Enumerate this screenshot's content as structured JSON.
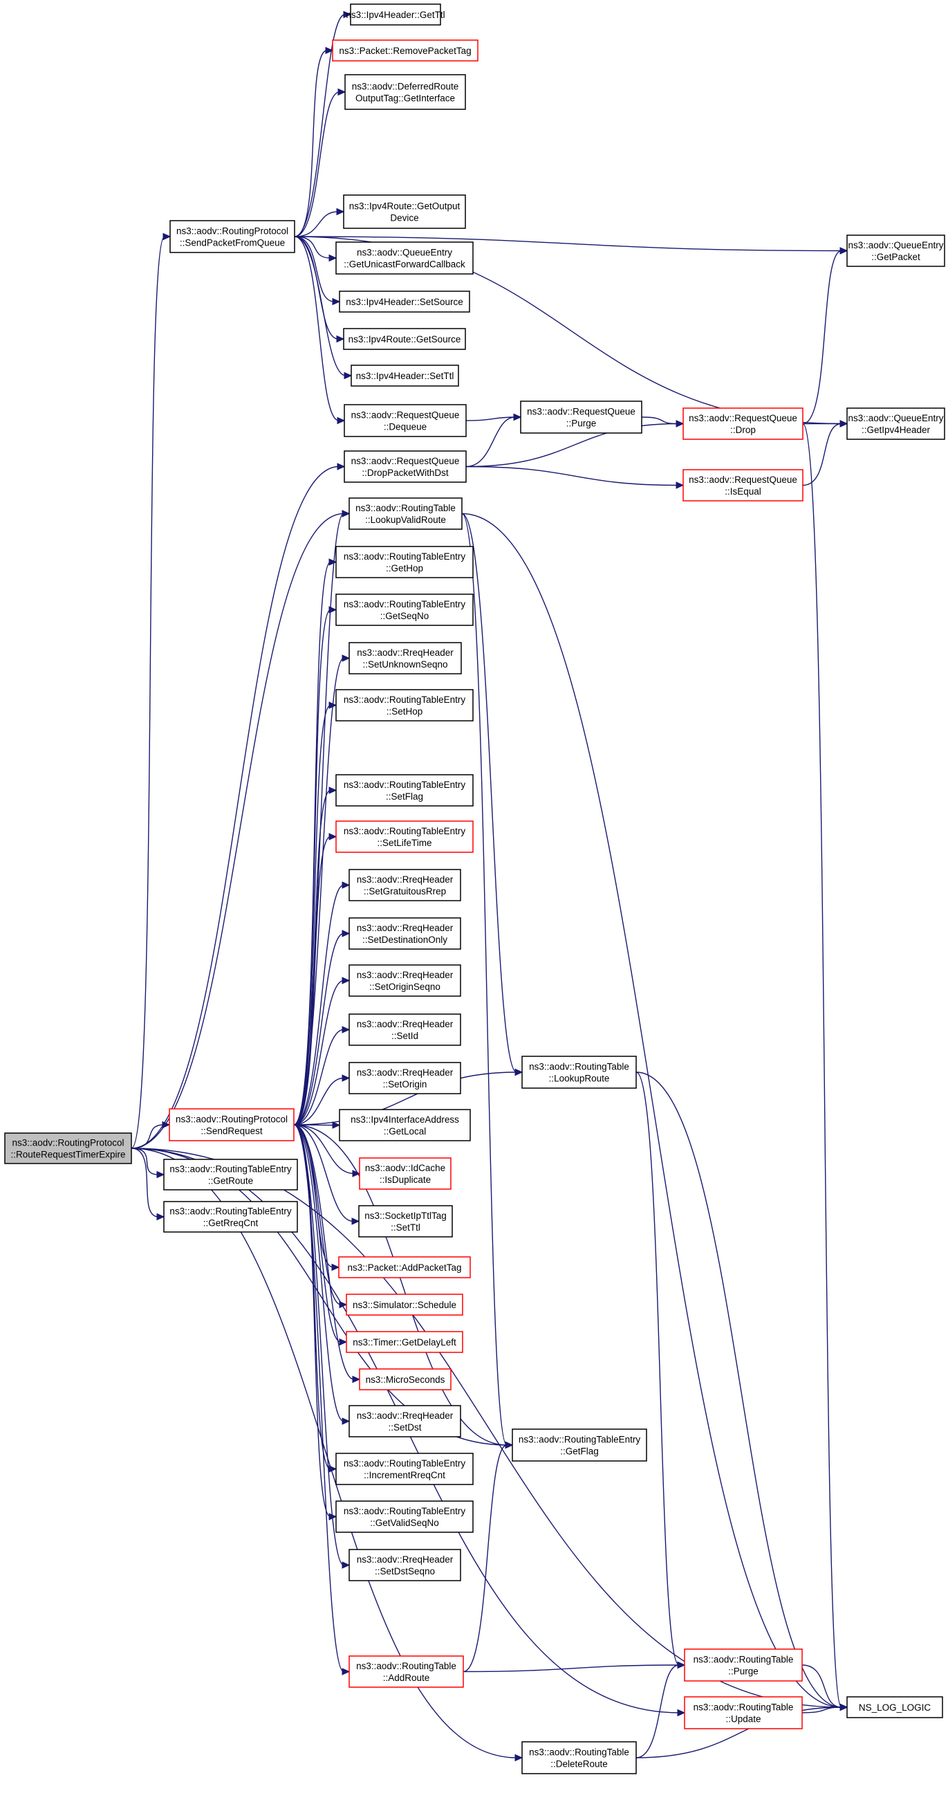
{
  "graph": {
    "colors": {
      "edge": "#191970",
      "node_border": "#000000",
      "node_border_highlight": "#ff0000",
      "root_fill": "#bfbfbf"
    },
    "nodes": [
      {
        "id": "root",
        "lines": [
          "ns3::aodv::RoutingProtocol",
          "::RouteRequestTimerExpire"
        ],
        "style": "root"
      },
      {
        "id": "sendPacketFromQueue",
        "lines": [
          "ns3::aodv::RoutingProtocol",
          "::SendPacketFromQueue"
        ],
        "style": "normal"
      },
      {
        "id": "dropPacketWithDst",
        "lines": [
          "ns3::aodv::RequestQueue",
          "::DropPacketWithDst"
        ],
        "style": "normal"
      },
      {
        "id": "sendRequest",
        "lines": [
          "ns3::aodv::RoutingProtocol",
          "::SendRequest"
        ],
        "style": "red"
      },
      {
        "id": "rteGetRoute",
        "lines": [
          "ns3::aodv::RoutingTableEntry",
          "::GetRoute"
        ],
        "style": "normal"
      },
      {
        "id": "rteGetRreqCnt",
        "lines": [
          "ns3::aodv::RoutingTableEntry",
          "::GetRreqCnt"
        ],
        "style": "normal"
      },
      {
        "id": "ipv4GetTtl",
        "lines": [
          "ns3::Ipv4Header::GetTtl"
        ],
        "style": "normal"
      },
      {
        "id": "removePacketTag",
        "lines": [
          "ns3::Packet::RemovePacketTag"
        ],
        "style": "red"
      },
      {
        "id": "deferredRoute",
        "lines": [
          "ns3::aodv::DeferredRoute",
          "OutputTag::GetInterface"
        ],
        "style": "normal"
      },
      {
        "id": "getOutputDevice",
        "lines": [
          "ns3::Ipv4Route::GetOutput",
          "Device"
        ],
        "style": "normal"
      },
      {
        "id": "getUnicastCb",
        "lines": [
          "ns3::aodv::QueueEntry",
          "::GetUnicastForwardCallback"
        ],
        "style": "normal"
      },
      {
        "id": "ipv4SetSource",
        "lines": [
          "ns3::Ipv4Header::SetSource"
        ],
        "style": "normal"
      },
      {
        "id": "routeGetSource",
        "lines": [
          "ns3::Ipv4Route::GetSource"
        ],
        "style": "normal"
      },
      {
        "id": "ipv4SetTtl",
        "lines": [
          "ns3::Ipv4Header::SetTtl"
        ],
        "style": "normal"
      },
      {
        "id": "rqDequeue",
        "lines": [
          "ns3::aodv::RequestQueue",
          "::Dequeue"
        ],
        "style": "normal"
      },
      {
        "id": "lookupValidRoute",
        "lines": [
          "ns3::aodv::RoutingTable",
          "::LookupValidRoute"
        ],
        "style": "normal"
      },
      {
        "id": "rteGetHop",
        "lines": [
          "ns3::aodv::RoutingTableEntry",
          "::GetHop"
        ],
        "style": "normal"
      },
      {
        "id": "rteGetSeqNo",
        "lines": [
          "ns3::aodv::RoutingTableEntry",
          "::GetSeqNo"
        ],
        "style": "normal"
      },
      {
        "id": "setUnknownSeqno",
        "lines": [
          "ns3::aodv::RreqHeader",
          "::SetUnknownSeqno"
        ],
        "style": "normal"
      },
      {
        "id": "rteSetHop",
        "lines": [
          "ns3::aodv::RoutingTableEntry",
          "::SetHop"
        ],
        "style": "normal"
      },
      {
        "id": "rteSetFlag",
        "lines": [
          "ns3::aodv::RoutingTableEntry",
          "::SetFlag"
        ],
        "style": "normal"
      },
      {
        "id": "rteSetLifeTime",
        "lines": [
          "ns3::aodv::RoutingTableEntry",
          "::SetLifeTime"
        ],
        "style": "red"
      },
      {
        "id": "setGratuitousRrep",
        "lines": [
          "ns3::aodv::RreqHeader",
          "::SetGratuitousRrep"
        ],
        "style": "normal"
      },
      {
        "id": "setDestinationOnly",
        "lines": [
          "ns3::aodv::RreqHeader",
          "::SetDestinationOnly"
        ],
        "style": "normal"
      },
      {
        "id": "setOriginSeqno",
        "lines": [
          "ns3::aodv::RreqHeader",
          "::SetOriginSeqno"
        ],
        "style": "normal"
      },
      {
        "id": "setId",
        "lines": [
          "ns3::aodv::RreqHeader",
          "::SetId"
        ],
        "style": "normal"
      },
      {
        "id": "setOrigin",
        "lines": [
          "ns3::aodv::RreqHeader",
          "::SetOrigin"
        ],
        "style": "normal"
      },
      {
        "id": "getLocal",
        "lines": [
          "ns3::Ipv4InterfaceAddress",
          "::GetLocal"
        ],
        "style": "normal"
      },
      {
        "id": "idCacheIsDuplicate",
        "lines": [
          "ns3::aodv::IdCache",
          "::IsDuplicate"
        ],
        "style": "red"
      },
      {
        "id": "socketSetTtl",
        "lines": [
          "ns3::SocketIpTtlTag",
          "::SetTtl"
        ],
        "style": "normal"
      },
      {
        "id": "addPacketTag",
        "lines": [
          "ns3::Packet::AddPacketTag"
        ],
        "style": "red"
      },
      {
        "id": "simSchedule",
        "lines": [
          "ns3::Simulator::Schedule"
        ],
        "style": "red"
      },
      {
        "id": "timerGetDelayLeft",
        "lines": [
          "ns3::Timer::GetDelayLeft"
        ],
        "style": "red"
      },
      {
        "id": "microSeconds",
        "lines": [
          "ns3::MicroSeconds"
        ],
        "style": "red"
      },
      {
        "id": "setDst",
        "lines": [
          "ns3::aodv::RreqHeader",
          "::SetDst"
        ],
        "style": "normal"
      },
      {
        "id": "incrementRreqCnt",
        "lines": [
          "ns3::aodv::RoutingTableEntry",
          "::IncrementRreqCnt"
        ],
        "style": "normal"
      },
      {
        "id": "getValidSeqNo",
        "lines": [
          "ns3::aodv::RoutingTableEntry",
          "::GetValidSeqNo"
        ],
        "style": "normal"
      },
      {
        "id": "setDstSeqno",
        "lines": [
          "ns3::aodv::RreqHeader",
          "::SetDstSeqno"
        ],
        "style": "normal"
      },
      {
        "id": "rtAddRoute",
        "lines": [
          "ns3::aodv::RoutingTable",
          "::AddRoute"
        ],
        "style": "red"
      },
      {
        "id": "rqPurge",
        "lines": [
          "ns3::aodv::RequestQueue",
          "::Purge"
        ],
        "style": "normal"
      },
      {
        "id": "rtLookupRoute",
        "lines": [
          "ns3::aodv::RoutingTable",
          "::LookupRoute"
        ],
        "style": "normal"
      },
      {
        "id": "rteGetFlag",
        "lines": [
          "ns3::aodv::RoutingTableEntry",
          "::GetFlag"
        ],
        "style": "normal"
      },
      {
        "id": "rtDeleteRoute",
        "lines": [
          "ns3::aodv::RoutingTable",
          "::DeleteRoute"
        ],
        "style": "normal"
      },
      {
        "id": "rqDrop",
        "lines": [
          "ns3::aodv::RequestQueue",
          "::Drop"
        ],
        "style": "red"
      },
      {
        "id": "rqIsEqual",
        "lines": [
          "ns3::aodv::RequestQueue",
          "::IsEqual"
        ],
        "style": "red"
      },
      {
        "id": "rtPurge",
        "lines": [
          "ns3::aodv::RoutingTable",
          "::Purge"
        ],
        "style": "red"
      },
      {
        "id": "rtUpdate",
        "lines": [
          "ns3::aodv::RoutingTable",
          "::Update"
        ],
        "style": "red"
      },
      {
        "id": "qeGetPacket",
        "lines": [
          "ns3::aodv::QueueEntry",
          "::GetPacket"
        ],
        "style": "normal"
      },
      {
        "id": "qeGetIpv4Header",
        "lines": [
          "ns3::aodv::QueueEntry",
          "::GetIpv4Header"
        ],
        "style": "normal"
      },
      {
        "id": "nsLogLogic",
        "lines": [
          "NS_LOG_LOGIC"
        ],
        "style": "normal"
      }
    ],
    "edges": [
      [
        "root",
        "sendPacketFromQueue"
      ],
      [
        "root",
        "dropPacketWithDst"
      ],
      [
        "root",
        "sendRequest"
      ],
      [
        "root",
        "rteGetRoute"
      ],
      [
        "root",
        "rteGetRreqCnt"
      ],
      [
        "root",
        "rteGetFlag"
      ],
      [
        "root",
        "rtDeleteRoute"
      ],
      [
        "root",
        "nsLogLogic"
      ],
      [
        "root",
        "lookupValidRoute"
      ],
      [
        "root",
        "rtUpdate"
      ],
      [
        "sendPacketFromQueue",
        "ipv4GetTtl"
      ],
      [
        "sendPacketFromQueue",
        "removePacketTag"
      ],
      [
        "sendPacketFromQueue",
        "deferredRoute"
      ],
      [
        "sendPacketFromQueue",
        "getOutputDevice"
      ],
      [
        "sendPacketFromQueue",
        "getUnicastCb"
      ],
      [
        "sendPacketFromQueue",
        "ipv4SetSource"
      ],
      [
        "sendPacketFromQueue",
        "routeGetSource"
      ],
      [
        "sendPacketFromQueue",
        "ipv4SetTtl"
      ],
      [
        "sendPacketFromQueue",
        "rqDequeue"
      ],
      [
        "sendPacketFromQueue",
        "qeGetPacket"
      ],
      [
        "sendPacketFromQueue",
        "qeGetIpv4Header"
      ],
      [
        "rqDequeue",
        "rqPurge"
      ],
      [
        "dropPacketWithDst",
        "rqPurge"
      ],
      [
        "dropPacketWithDst",
        "rqDrop"
      ],
      [
        "dropPacketWithDst",
        "rqIsEqual"
      ],
      [
        "rqPurge",
        "rqDrop"
      ],
      [
        "rqDrop",
        "qeGetPacket"
      ],
      [
        "rqDrop",
        "qeGetIpv4Header"
      ],
      [
        "rqDrop",
        "nsLogLogic"
      ],
      [
        "rqIsEqual",
        "qeGetIpv4Header"
      ],
      [
        "sendRequest",
        "lookupValidRoute"
      ],
      [
        "sendRequest",
        "rteGetHop"
      ],
      [
        "sendRequest",
        "rteGetSeqNo"
      ],
      [
        "sendRequest",
        "setUnknownSeqno"
      ],
      [
        "sendRequest",
        "rteSetHop"
      ],
      [
        "sendRequest",
        "rteSetFlag"
      ],
      [
        "sendRequest",
        "rteSetLifeTime"
      ],
      [
        "sendRequest",
        "setGratuitousRrep"
      ],
      [
        "sendRequest",
        "setDestinationOnly"
      ],
      [
        "sendRequest",
        "setOriginSeqno"
      ],
      [
        "sendRequest",
        "setId"
      ],
      [
        "sendRequest",
        "setOrigin"
      ],
      [
        "sendRequest",
        "getLocal"
      ],
      [
        "sendRequest",
        "idCacheIsDuplicate"
      ],
      [
        "sendRequest",
        "socketSetTtl"
      ],
      [
        "sendRequest",
        "addPacketTag"
      ],
      [
        "sendRequest",
        "simSchedule"
      ],
      [
        "sendRequest",
        "timerGetDelayLeft"
      ],
      [
        "sendRequest",
        "microSeconds"
      ],
      [
        "sendRequest",
        "setDst"
      ],
      [
        "sendRequest",
        "incrementRreqCnt"
      ],
      [
        "sendRequest",
        "getValidSeqNo"
      ],
      [
        "sendRequest",
        "setDstSeqno"
      ],
      [
        "sendRequest",
        "rtAddRoute"
      ],
      [
        "sendRequest",
        "rtLookupRoute"
      ],
      [
        "sendRequest",
        "rteGetFlag"
      ],
      [
        "lookupValidRoute",
        "rtLookupRoute"
      ],
      [
        "lookupValidRoute",
        "rteGetFlag"
      ],
      [
        "lookupValidRoute",
        "nsLogLogic"
      ],
      [
        "rtLookupRoute",
        "rtPurge"
      ],
      [
        "rtLookupRoute",
        "nsLogLogic"
      ],
      [
        "rtAddRoute",
        "rtPurge"
      ],
      [
        "rtAddRoute",
        "rteGetFlag"
      ],
      [
        "rtDeleteRoute",
        "rtPurge"
      ],
      [
        "rtDeleteRoute",
        "nsLogLogic"
      ],
      [
        "rtPurge",
        "nsLogLogic"
      ],
      [
        "rtUpdate",
        "nsLogLogic"
      ]
    ]
  }
}
